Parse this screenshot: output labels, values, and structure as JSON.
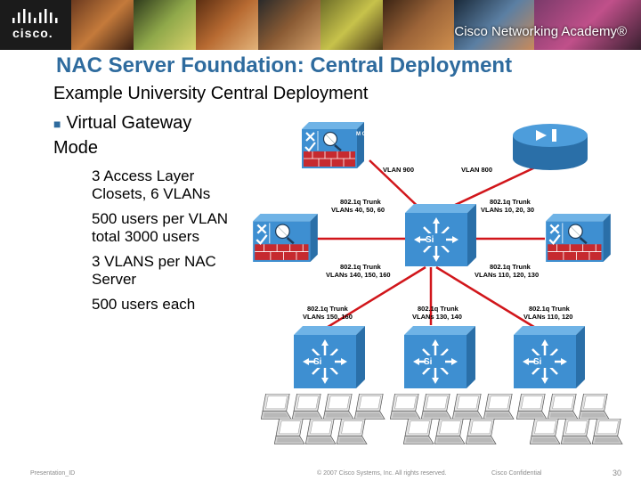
{
  "header": {
    "brand": "cisco.",
    "academy": "Cisco Networking Academy®"
  },
  "slide": {
    "title": "NAC Server Foundation: Central Deployment",
    "subtitle": "Example University Central Deployment",
    "bullet": "Virtual Gateway Mode",
    "sub_points": [
      "3 Access Layer Closets, 6 VLANs",
      "500 users per VLAN total 3000 users",
      "3 VLANS per NAC Server",
      "500 users each"
    ]
  },
  "diagram": {
    "vlan_left": "VLAN 900",
    "vlan_right": "VLAN 800",
    "trunk": "802.1q Trunk",
    "links": {
      "top_left": "VLANs 40, 50, 60",
      "top_right": "VLANs 10, 20, 30",
      "mid_left": "VLANs 140, 150, 160",
      "mid_right": "VLANs 110, 120, 130",
      "bot_left": "VLANs 150, 160",
      "bot_center": "VLANs 130, 140",
      "bot_right": "VLANs 110, 120"
    },
    "switch_label": "Si",
    "manager_label": "M G R",
    "colors": {
      "link": "#d1161b",
      "device": "#3e8fd1",
      "title": "#2e6b9e"
    }
  },
  "footer": {
    "left": "Presentation_ID",
    "center": "© 2007 Cisco Systems, Inc. All rights reserved.",
    "confidential": "Cisco Confidential",
    "page": "30"
  }
}
